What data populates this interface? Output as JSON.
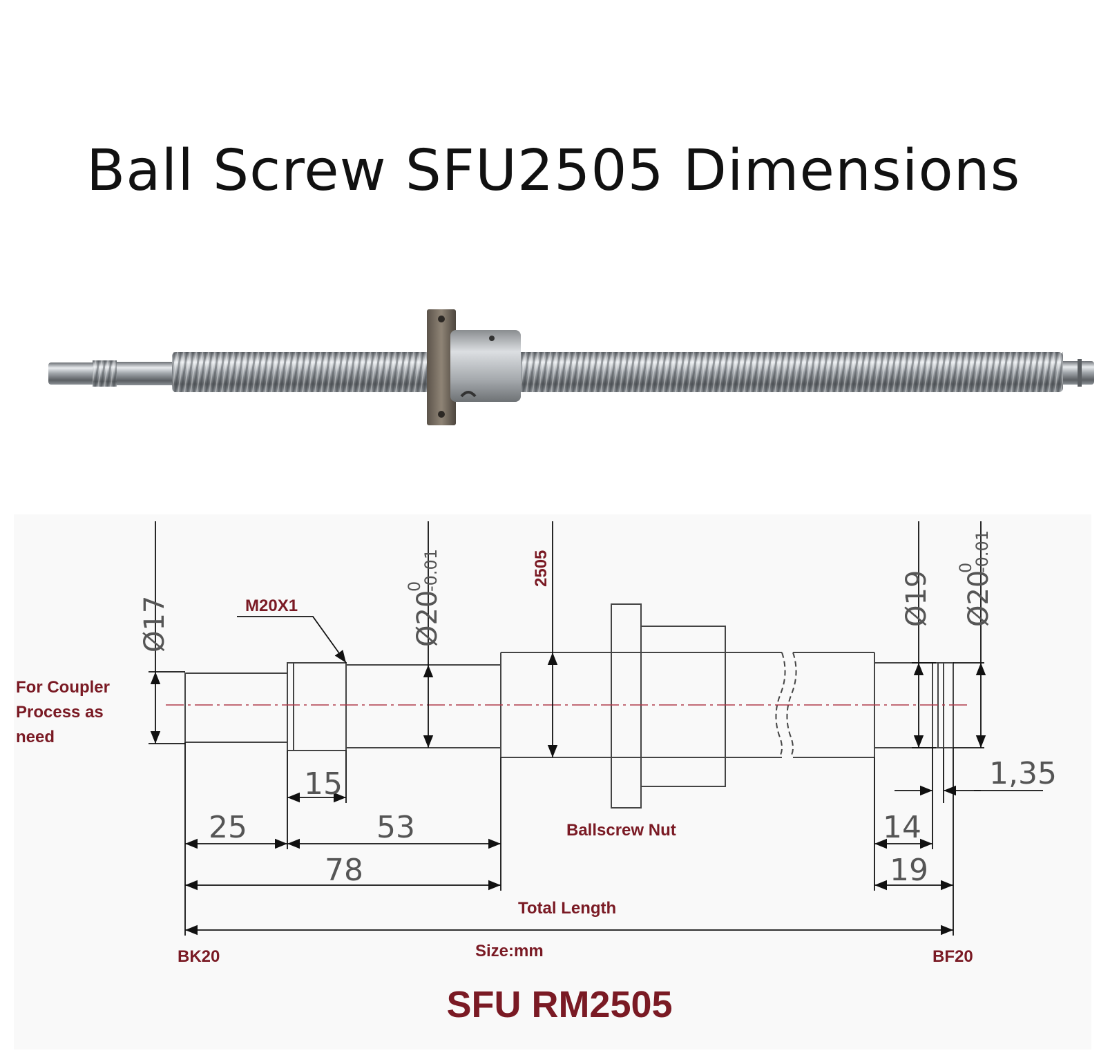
{
  "title": "Ball Screw SFU2505 Dimensions",
  "notes": {
    "coupler_line1": "For Coupler",
    "coupler_line2": "Process as",
    "coupler_line3": "need",
    "thread": "M20X1",
    "model_vertical": "2505",
    "nut": "Ballscrew Nut",
    "total_length": "Total Length",
    "unit": "Size:mm",
    "left_support": "BK20",
    "right_support": "BF20",
    "footer": "SFU RM2505"
  },
  "dimensions": {
    "d17": "Ø17",
    "d20_left": "Ø20",
    "d20_left_tol_upper": "0",
    "d20_left_tol_lower": "-0.01",
    "d19": "Ø19",
    "d20_right": "Ø20",
    "d20_right_tol_upper": "0",
    "d20_right_tol_lower": "-0.01",
    "len15": "15",
    "len25": "25",
    "len53": "53",
    "len78": "78",
    "len14": "14",
    "len19": "19",
    "len135": "1,35"
  },
  "colors": {
    "accent": "#7a1a24",
    "centerline": "#b03a4a",
    "line": "#444444"
  }
}
